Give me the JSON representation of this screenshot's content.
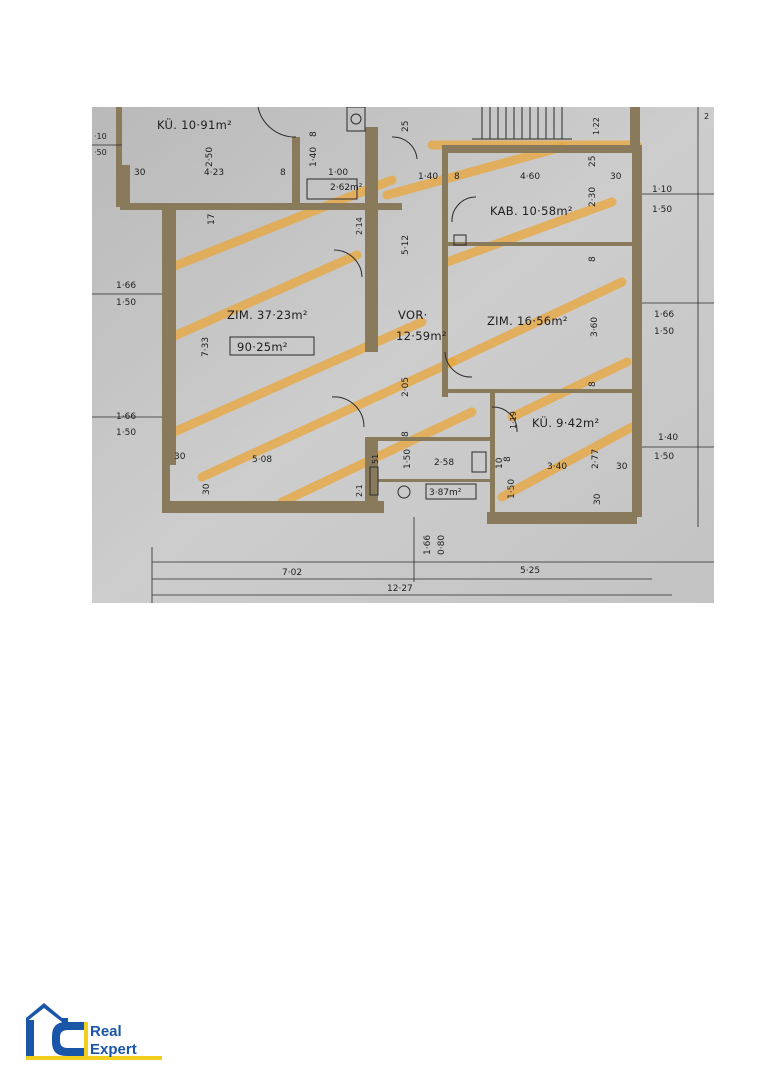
{
  "floor_plan": {
    "rooms": {
      "kueche_top": "KÜ.  10·91m²",
      "zimmer_large": "ZIM. 37·23m²",
      "total": "90·25m²",
      "vorraum": "VOR·",
      "vorraum_area": "12·59m²",
      "kabinett": "KAB. 10·58m²",
      "zimmer_right": "ZIM. 16·56m²",
      "kueche_right": "KÜ. 9·42m²",
      "wc_area": "2·62m²",
      "bad_area": "3·87m²"
    },
    "dimensions": {
      "d_10": "·10",
      "d_50a": "·50",
      "d_30a": "30",
      "d_423": "4·23",
      "d_8a": "8",
      "d_250": "2·50",
      "d_8b": "8",
      "d_140a": "1·40",
      "d_100": "1·00",
      "d_25a": "25",
      "d_122": "1·22",
      "d_140b": "1·40",
      "d_8c": "8",
      "d_460": "4·60",
      "d_30b": "30",
      "d_25b": "25",
      "d_230": "2·30",
      "d_110": "1·10",
      "d_150a": "1·50",
      "d_17": "17",
      "d_512": "5·12",
      "d_214": "2·14",
      "d_8d": "8",
      "d_166a": "1·66",
      "d_150b": "1·50",
      "d_733": "7·33",
      "d_360": "3·60",
      "d_166b": "1·66",
      "d_150c": "1·50",
      "d_8e": "8",
      "d_205": "2·05",
      "d_8f": "8",
      "d_166c": "1·66",
      "d_150d": "1·50",
      "d_119": "1·19",
      "d_140c": "1·40",
      "d_150e": "1·50",
      "d_30c": "30",
      "d_508": "5·08",
      "d_51": "51",
      "d_150f": "1·50",
      "d_258": "2·58",
      "d_10b": "10",
      "d_8g": "8",
      "d_340": "3·40",
      "d_277": "2·77",
      "d_30d": "30",
      "d_30e": "30",
      "d_21": "2·1",
      "d_150g": "1·50",
      "d_30f": "30",
      "d_166d": "1·66",
      "d_080": "0·80",
      "d_702": "7·02",
      "d_525": "5·25",
      "d_1227": "12·27",
      "d_2": "2"
    }
  },
  "logo": {
    "line1": "Real",
    "line2": "Expert",
    "colors": {
      "blue": "#1a56a8",
      "yellow": "#f2cf1c",
      "white": "#ffffff"
    }
  },
  "colors": {
    "paper": "#c9c9c9",
    "wall": "#8a7a5c",
    "ink": "#1e1e1e",
    "highlight": "#e8a53a"
  }
}
